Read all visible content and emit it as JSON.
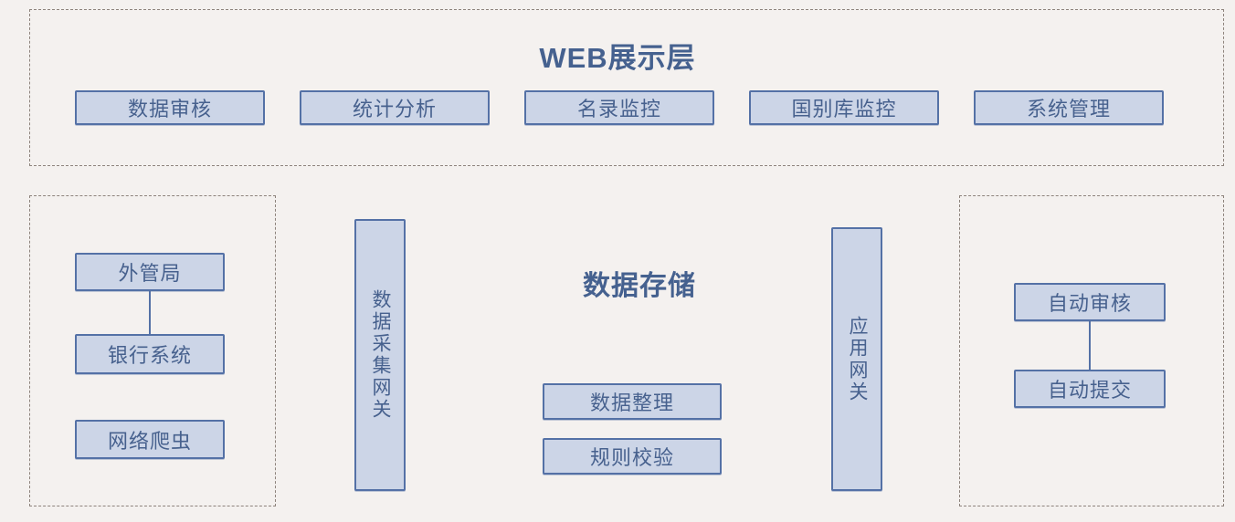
{
  "diagram": {
    "background_color": "#f4f1ef",
    "node_fill": "#ccd5e7",
    "node_border": "#5471a6",
    "text_color": "#47618e",
    "panel_border": "#8d837c"
  },
  "web_layer": {
    "title": "WEB展示层",
    "buttons": [
      {
        "label": "数据审核"
      },
      {
        "label": "统计分析"
      },
      {
        "label": "名录监控"
      },
      {
        "label": "国别库监控"
      },
      {
        "label": "系统管理"
      }
    ]
  },
  "data_sources": {
    "nodes": [
      {
        "label": "外管局"
      },
      {
        "label": "银行系统"
      },
      {
        "label": "网络爬虫"
      }
    ]
  },
  "gateways": {
    "collection": {
      "label": "数据采集网关"
    },
    "application": {
      "label": "应用网关"
    }
  },
  "storage": {
    "title": "数据存储",
    "nodes": [
      {
        "label": "数据整理"
      },
      {
        "label": "规则校验"
      }
    ]
  },
  "automation": {
    "nodes": [
      {
        "label": "自动审核"
      },
      {
        "label": "自动提交"
      }
    ]
  }
}
